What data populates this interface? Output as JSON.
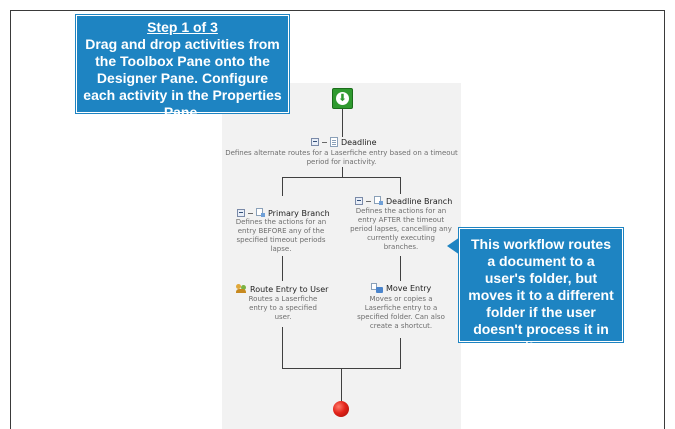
{
  "callouts": {
    "step_title": "Step 1 of 3",
    "step_text": "Drag and drop activities from the Toolbox Pane onto the Designer Pane. Configure each activity in the Properties Pane.",
    "note_text": "This workflow routes a document to a user's folder, but moves it to a different folder if the user doesn't process it in time."
  },
  "workflow": {
    "start_icon": "arrow-down-icon",
    "end_icon": "stop-circle-icon",
    "deadline": {
      "title": "Deadline",
      "description": "Defines alternate routes for a Laserfiche entry based on a timeout period for inactivity.",
      "icon": "document-icon"
    },
    "primary_branch": {
      "title": "Primary Branch",
      "description": "Defines the actions for an entry BEFORE any of the specified timeout periods lapse.",
      "icon": "branch-icon"
    },
    "deadline_branch": {
      "title": "Deadline Branch",
      "description": "Defines the actions for an entry AFTER the timeout period lapses, cancelling any currently executing branches.",
      "icon": "branch-icon"
    },
    "route_entry": {
      "title": "Route Entry to User",
      "description": "Routes a Laserfiche entry to a specified user.",
      "icon": "users-icon"
    },
    "move_entry": {
      "title": "Move Entry",
      "description": "Moves or copies a Laserfiche entry to a specified folder.  Can also create a shortcut.",
      "icon": "move-document-icon"
    }
  },
  "colors": {
    "callout": "#1e84c2",
    "start": "#2f9a2f",
    "end": "#e2231a",
    "canvas": "#f2f2f2"
  }
}
